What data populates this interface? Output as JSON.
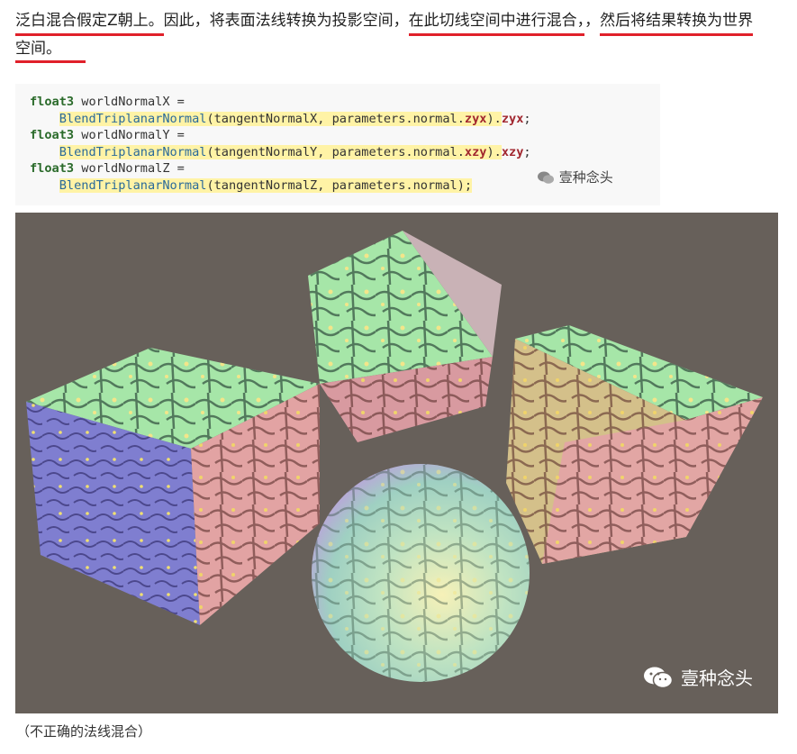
{
  "paragraph": {
    "seg1": "泛白混合假定Z朝上。",
    "seg2": "因此，将表面法线转换为投影空间，",
    "seg3": "在此切线空间中进行混合，",
    "seg4": "然后将结果转换为世界",
    "seg5": "空间。"
  },
  "code": {
    "kw": "float3",
    "l1_var": " worldNormalX =",
    "l2_fn": "BlendTriplanarNormal",
    "l2_args": "(tangentNormalX, parameters.normal.",
    "l2_sw": "zyx",
    "l2_end": ").",
    "l2_sw2": "zyx",
    "l3_var": " worldNormalY =",
    "l4_args": "(tangentNormalY, parameters.normal.",
    "l4_sw": "xzy",
    "l4_sw2": "xzy",
    "l5_var": " worldNormalZ =",
    "l6_args": "(tangentNormalZ, parameters.normal);",
    "semi": ";"
  },
  "watermark": {
    "small": "壹种念头",
    "big": "壹种念头"
  },
  "caption": "（不正确的法线混合）",
  "colors": {
    "underline": "#e0202a",
    "scene_bg": "#67605a",
    "code_bg": "#f8f8f8"
  },
  "icons": {
    "wechat": "wechat-icon"
  }
}
